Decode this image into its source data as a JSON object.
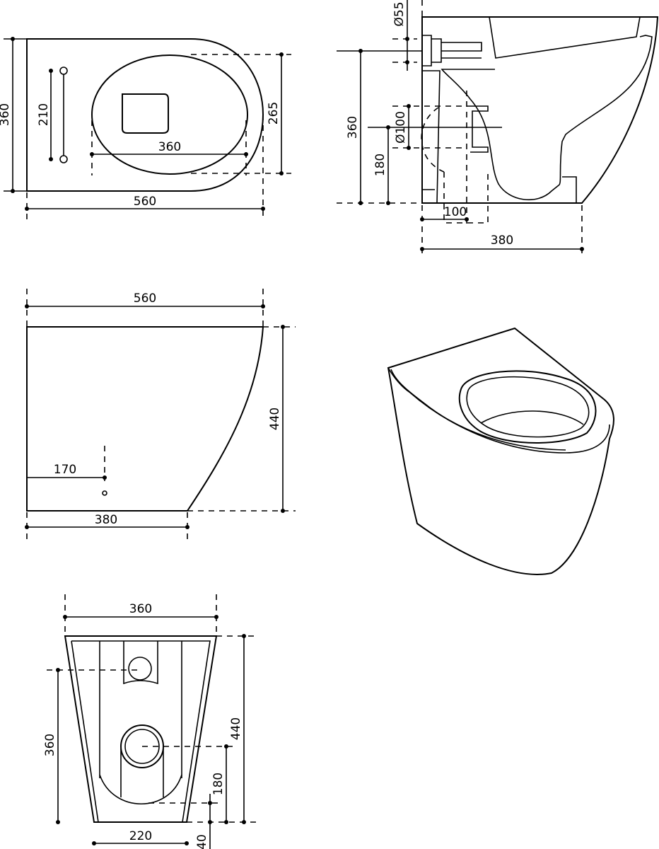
{
  "top_view": {
    "depth_left": "360",
    "fixing_spacing": "210",
    "seat_width": "360",
    "seat_depth": "265",
    "overall_length": "560"
  },
  "side_section": {
    "inlet_diameter": "Ø55",
    "inlet_height": "360",
    "outlet_diameter": "Ø100",
    "outlet_height": "180",
    "outlet_offset": "100",
    "base_length": "380"
  },
  "side_elevation": {
    "overall_length": "560",
    "height": "440",
    "fixing_offset": "170",
    "base_length": "380"
  },
  "back_view": {
    "top_width": "360",
    "inlet_height": "360",
    "height": "440",
    "outlet_height": "180",
    "base_offset": "40",
    "base_width": "220"
  }
}
